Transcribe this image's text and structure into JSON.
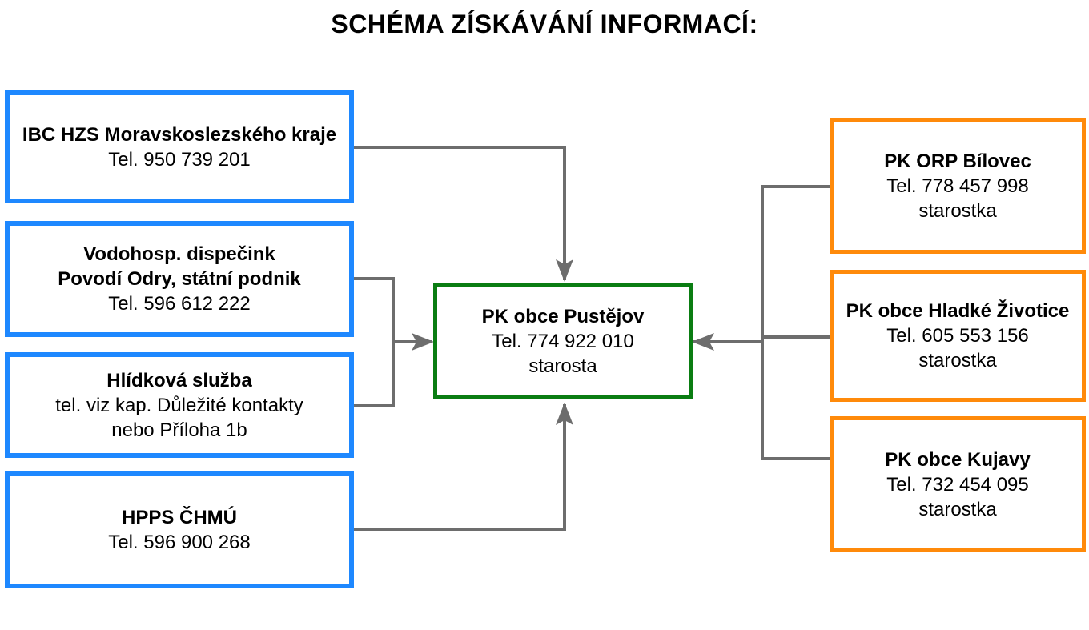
{
  "title": "SCHÉMA ZÍSKÁVÁNÍ INFORMACÍ:",
  "colors": {
    "source_border": "#1e88ff",
    "center_border": "#0a7d12",
    "neighbor_border": "#ff8a0a",
    "connector": "#6d6d6d"
  },
  "sources": [
    {
      "name": "IBC HZS Moravskoslezského kraje",
      "line2": "Tel. 950 739 201",
      "line3": ""
    },
    {
      "name": "Vodohosp. dispečink",
      "name2": "Povodí Odry, státní podnik",
      "line2": "Tel. 596 612 222"
    },
    {
      "name": "Hlídková služba",
      "line2": "tel. viz kap. Důležité kontakty",
      "line3": "nebo Příloha 1b"
    },
    {
      "name": "HPPS ČHMÚ",
      "line2": "Tel. 596 900 268"
    }
  ],
  "center": {
    "name": "PK obce Pustějov",
    "line2": "Tel. 774 922 010",
    "line3": "starosta"
  },
  "neighbors": [
    {
      "name": "PK ORP Bílovec",
      "line2": "Tel.  778 457 998",
      "line3": "starostka"
    },
    {
      "name": "PK obce Hladké Životice",
      "line2": "Tel. 605 553 156",
      "line3": "starostka"
    },
    {
      "name": "PK obce Kujavy",
      "line2": "Tel. 732 454 095",
      "line3": "starostka"
    }
  ]
}
